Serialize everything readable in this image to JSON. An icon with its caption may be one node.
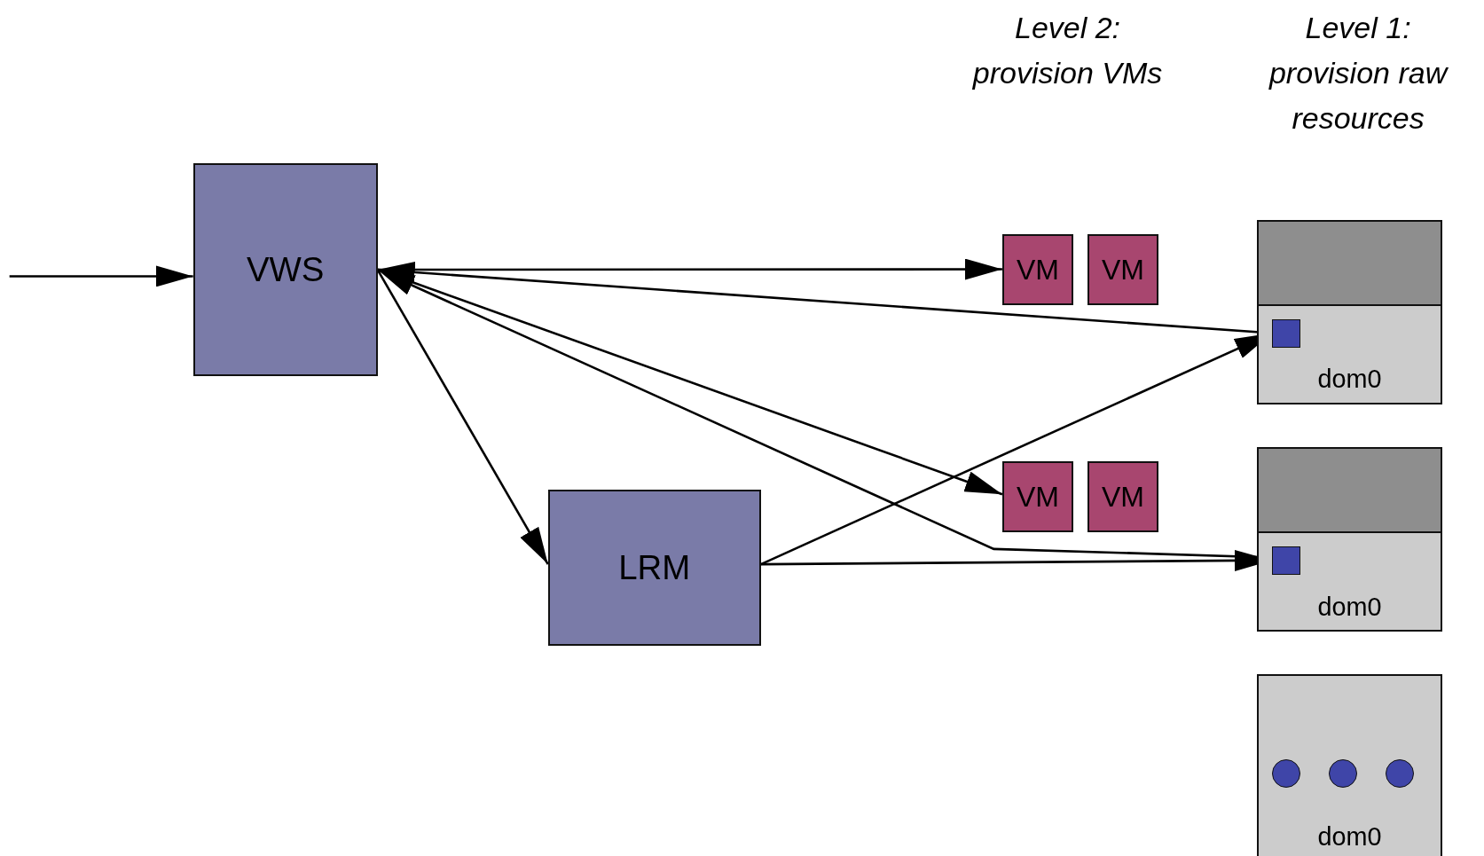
{
  "diagram": {
    "nodes": [
      {
        "text": [
          "VWS"
        ]
      },
      {
        "text": [
          "LRM"
        ]
      },
      {
        "text": [
          "VM"
        ]
      },
      {
        "text": [
          "VM"
        ]
      },
      {
        "text": [
          "VM"
        ]
      },
      {
        "text": [
          "VM"
        ]
      },
      {
        "text": [
          "dom0"
        ]
      },
      {
        "text": [],
        "shape": "box",
        "in": 6
      },
      {
        "text": [
          "dom0"
        ]
      },
      {
        "text": [],
        "shape": "box",
        "in": 8
      },
      {
        "text": [
          "dom0"
        ]
      },
      {
        "text": [],
        "shape": "circle",
        "in": 10
      },
      {
        "text": [],
        "shape": "circle",
        "in": 10
      },
      {
        "text": [],
        "shape": "circle",
        "in": 10
      }
    ],
    "edges": [
      {
        "from": null,
        "to": 0,
        "arrow": "to"
      },
      {
        "from": 0,
        "to": 2,
        "arrow": "to"
      },
      {
        "from": 7,
        "to": 0,
        "arrow": "to"
      },
      {
        "from": 0,
        "to": 4,
        "arrow": "to"
      },
      {
        "from": 9,
        "to": 0,
        "arrow": "to"
      },
      {
        "from": 0,
        "to": 1,
        "arrow": "to"
      },
      {
        "from": 1,
        "to": 7,
        "arrow": "to"
      },
      {
        "from": 1,
        "to": 9,
        "arrow": "to"
      }
    ],
    "labels": [
      "Level 2: provision VMs",
      "Level 1: provision raw resources"
    ]
  }
}
